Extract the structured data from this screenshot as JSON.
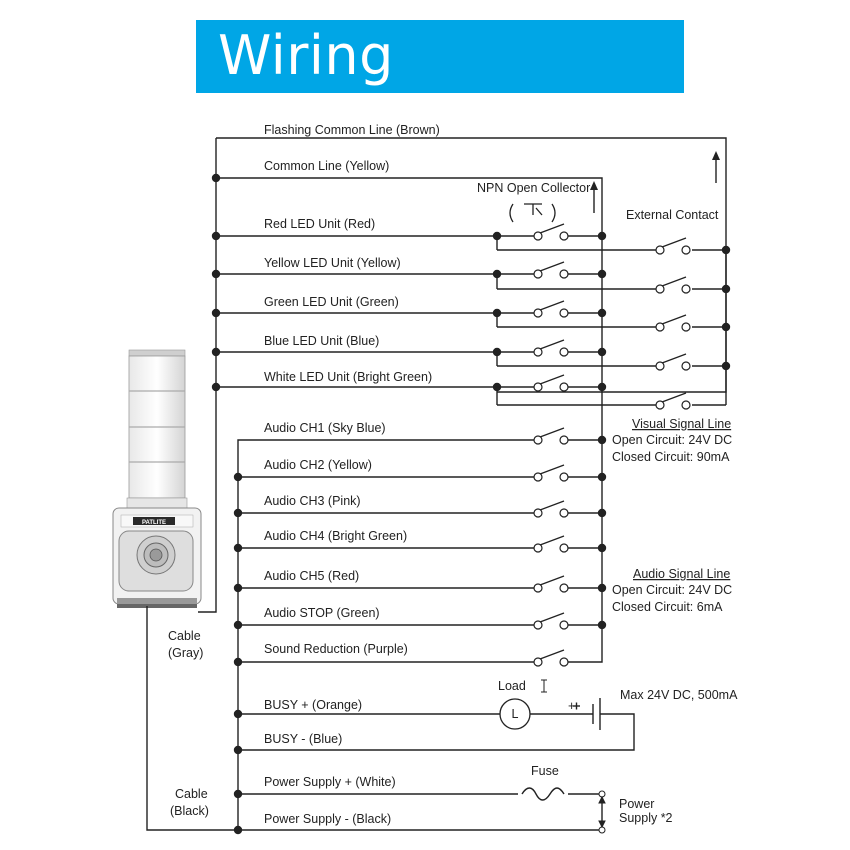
{
  "title": "Wiring",
  "brand": "PATLITE",
  "lines": {
    "flashing_common": "Flashing Common Line (Brown)",
    "common": "Common Line (Yellow)",
    "red": "Red LED Unit (Red)",
    "yellow": "Yellow LED Unit (Yellow)",
    "green": "Green LED Unit (Green)",
    "blue": "Blue LED Unit (Blue)",
    "white": "White LED Unit (Bright Green)",
    "ch1": "Audio CH1 (Sky Blue)",
    "ch2": "Audio CH2 (Yellow)",
    "ch3": "Audio CH3 (Pink)",
    "ch4": "Audio CH4 (Bright Green)",
    "ch5": "Audio CH5 (Red)",
    "stop": "Audio STOP (Green)",
    "sound_reduction": "Sound Reduction (Purple)",
    "busy_plus": "BUSY + (Orange)",
    "busy_minus": "BUSY - (Blue)",
    "ps_plus": "Power Supply + (White)",
    "ps_minus": "Power Supply - (Black)"
  },
  "labels": {
    "npn": "NPN Open Collector",
    "external_contact": "External Contact",
    "cable_gray_1": "Cable",
    "cable_gray_2": "(Gray)",
    "cable_black_1": "Cable",
    "cable_black_2": "(Black)",
    "load": "Load",
    "load_symbol": "L",
    "plus": "+",
    "max": "Max 24V DC, 500mA",
    "fuse": "Fuse",
    "power_supply_1": "Power",
    "power_supply_2": "Supply *2"
  },
  "visual_signal": {
    "title": "Visual Signal Line",
    "open": "Open Circuit: 24V DC",
    "closed": "Closed Circuit: 90mA"
  },
  "audio_signal": {
    "title": "Audio Signal Line",
    "open": "Open Circuit: 24V DC",
    "closed": "Closed Circuit:  6mA"
  }
}
